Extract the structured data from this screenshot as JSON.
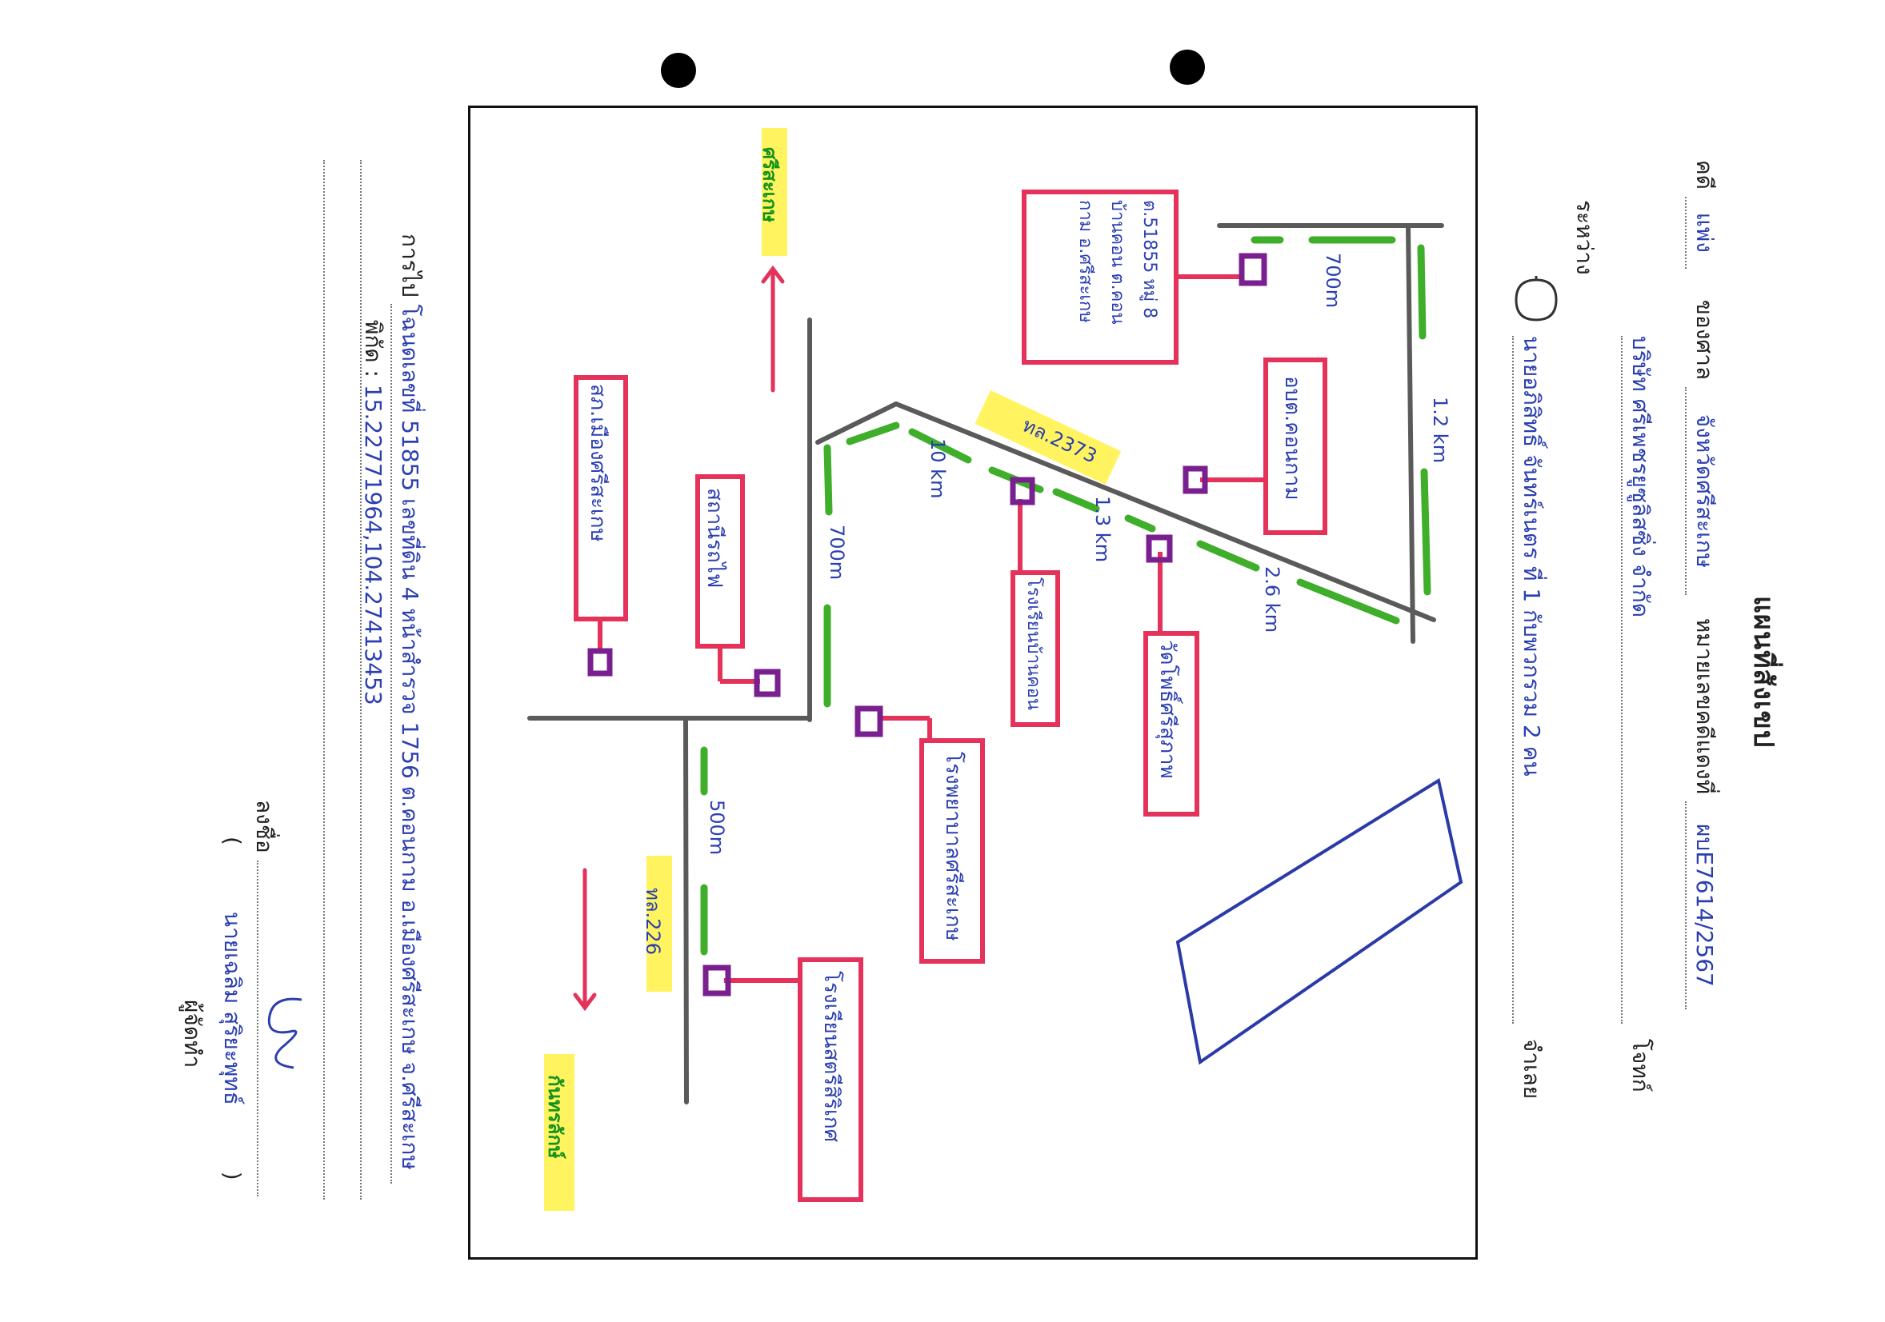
{
  "header": {
    "title": "แผนที่สังเขป",
    "case_label": "คดี",
    "case_type": "แพ่ง",
    "court_label": "ของศาล",
    "court_name": "จังหวัดศรีสะเกษ",
    "case_number_label": "หมายเลขคดีแดงที่",
    "case_number": "ผบE7614/2567",
    "between_label": "ระหว่าง",
    "plaintiff_name": "บริษัท ศรีเพชรยูซูลิสซิ่ง จำกัด",
    "plaintiff_role": "โจทก์",
    "defendant_name": "นายอภิสิทธิ์ จันทร์เนตร ที่ 1 กับพวกรวม 2 คน",
    "defendant_role": "จำเลย"
  },
  "directions": {
    "travel_label": "การไป",
    "travel_text": "โฉนดเลขที่ 51855 เลขที่ดิน 4 หน้าสำรวจ 1756 ต.คอนกาม อ.เมืองศรีสะเกษ จ.ศรีสะเกษ",
    "coords_label": "พิกัด :",
    "coords_value": "15.22771964,104.27413453"
  },
  "signature": {
    "sign_label": "ลงชื่อ",
    "signer_name": "นายเฉลิม สุริยะพุทธ์",
    "role_label": "ผู้จัดทำ",
    "open_paren": "(",
    "close_paren": ")"
  },
  "map": {
    "north_label": "ศรีสะเกษ",
    "south_label": "กันทรลักษ์",
    "road_2373": "ทล.2373",
    "road_226": "ทล.226",
    "dist_700_top": "700m",
    "dist_1_2km": "1.2 km",
    "dist_10km": "10 km",
    "dist_1_3km": "1.3 km",
    "dist_2_6km": "2.6 km",
    "dist_700_left": "700m",
    "dist_500": "500m",
    "land_box": "ต.51855 หมู่ 8 บ้านคอน ต.คอนกาม อ.ศรีสะเกษ",
    "obt_box": "อบต.คอนกาม",
    "school_box": "โรงเรียนบ้านคอน",
    "temple_box": "วัดโพธิ์ศรีสุภาพ",
    "police_box": "สภ.เมืองศรีสะเกษ",
    "station_box": "สถานีรถไฟ",
    "hospital_box": "โรงพยาบาลศรีสะเกษ",
    "univ_box": "โรงเรียนสตรีสิริเกศ",
    "colors": {
      "road_gray": "#5a5a5a",
      "dist_green": "#3fae2a",
      "box_red": "#e4325a",
      "marker_purple": "#7a1f8f",
      "parcel_blue": "#2a3aa8",
      "highlight_yellow": "#fff34d"
    }
  }
}
